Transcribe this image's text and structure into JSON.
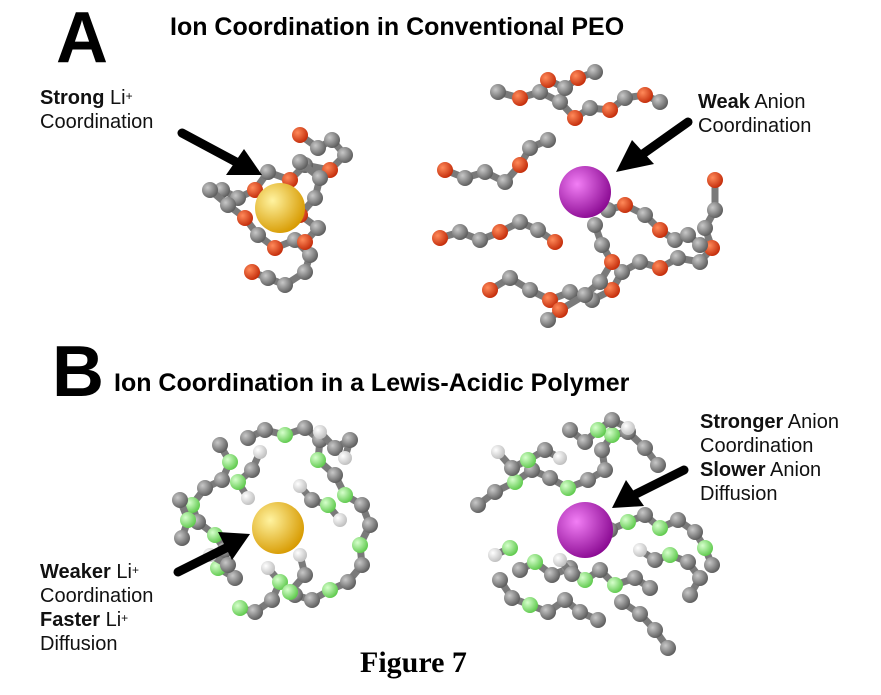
{
  "panel_a": {
    "letter": "A",
    "title": "Ion Coordination in Conventional PEO",
    "left_label": {
      "bold": "Strong",
      "ion": "Li",
      "charge": "+",
      "line2": "Coordination"
    },
    "right_label": {
      "bold": "Weak",
      "rest": "Anion",
      "line2": "Coordination"
    }
  },
  "panel_b": {
    "letter": "B",
    "title": "Ion Coordination in a Lewis-Acidic Polymer",
    "left_label": {
      "bold1": "Weaker",
      "ion1": "Li",
      "charge1": "+",
      "line2": "Coordination",
      "bold3": "Faster",
      "ion3": "Li",
      "charge3": "+",
      "line4": "Diffusion"
    },
    "right_label": {
      "bold1": "Stronger",
      "rest1": "Anion",
      "line2": "Coordination",
      "bold3": "Slower",
      "rest3": "Anion",
      "line4": "Diffusion"
    }
  },
  "caption": "Figure  7",
  "colors": {
    "carbon": "#808080",
    "oxygen": "#e8431e",
    "boron": "#8ef07a",
    "hydrogen": "#f4f4f4",
    "lithium": "#f2c81a",
    "anion": "#c020c8",
    "arrow": "#000000"
  }
}
